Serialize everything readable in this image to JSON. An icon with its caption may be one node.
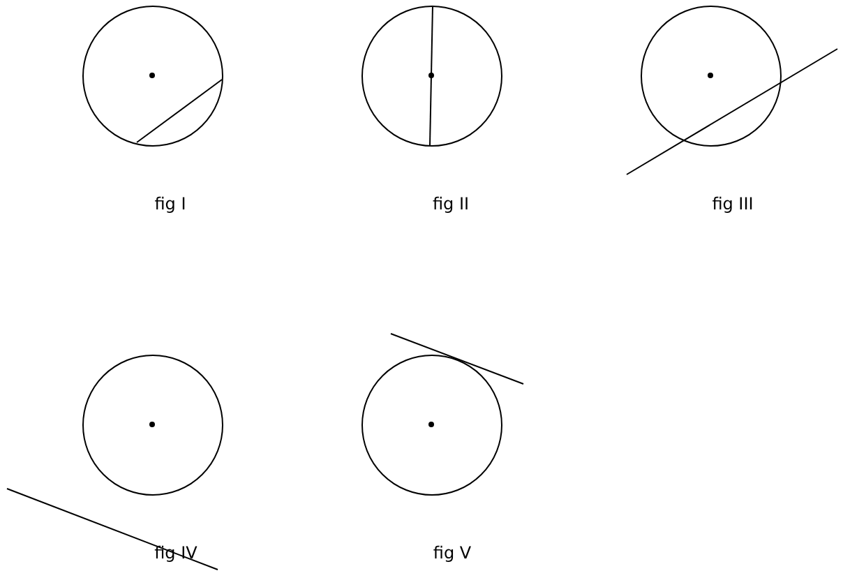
{
  "diagram": {
    "nodes": [
      {
        "text": [],
        "shape": "circle",
        "beside": [
          "fig I"
        ]
      },
      {
        "text": [],
        "shape": "circle",
        "beside": [
          "fig II"
        ]
      },
      {
        "text": [],
        "shape": "circle",
        "beside": [
          "fig III"
        ]
      },
      {
        "text": [],
        "shape": "circle",
        "beside": [
          "fig IV"
        ]
      },
      {
        "text": [],
        "shape": "circle",
        "beside": [
          "fig V"
        ]
      }
    ]
  }
}
